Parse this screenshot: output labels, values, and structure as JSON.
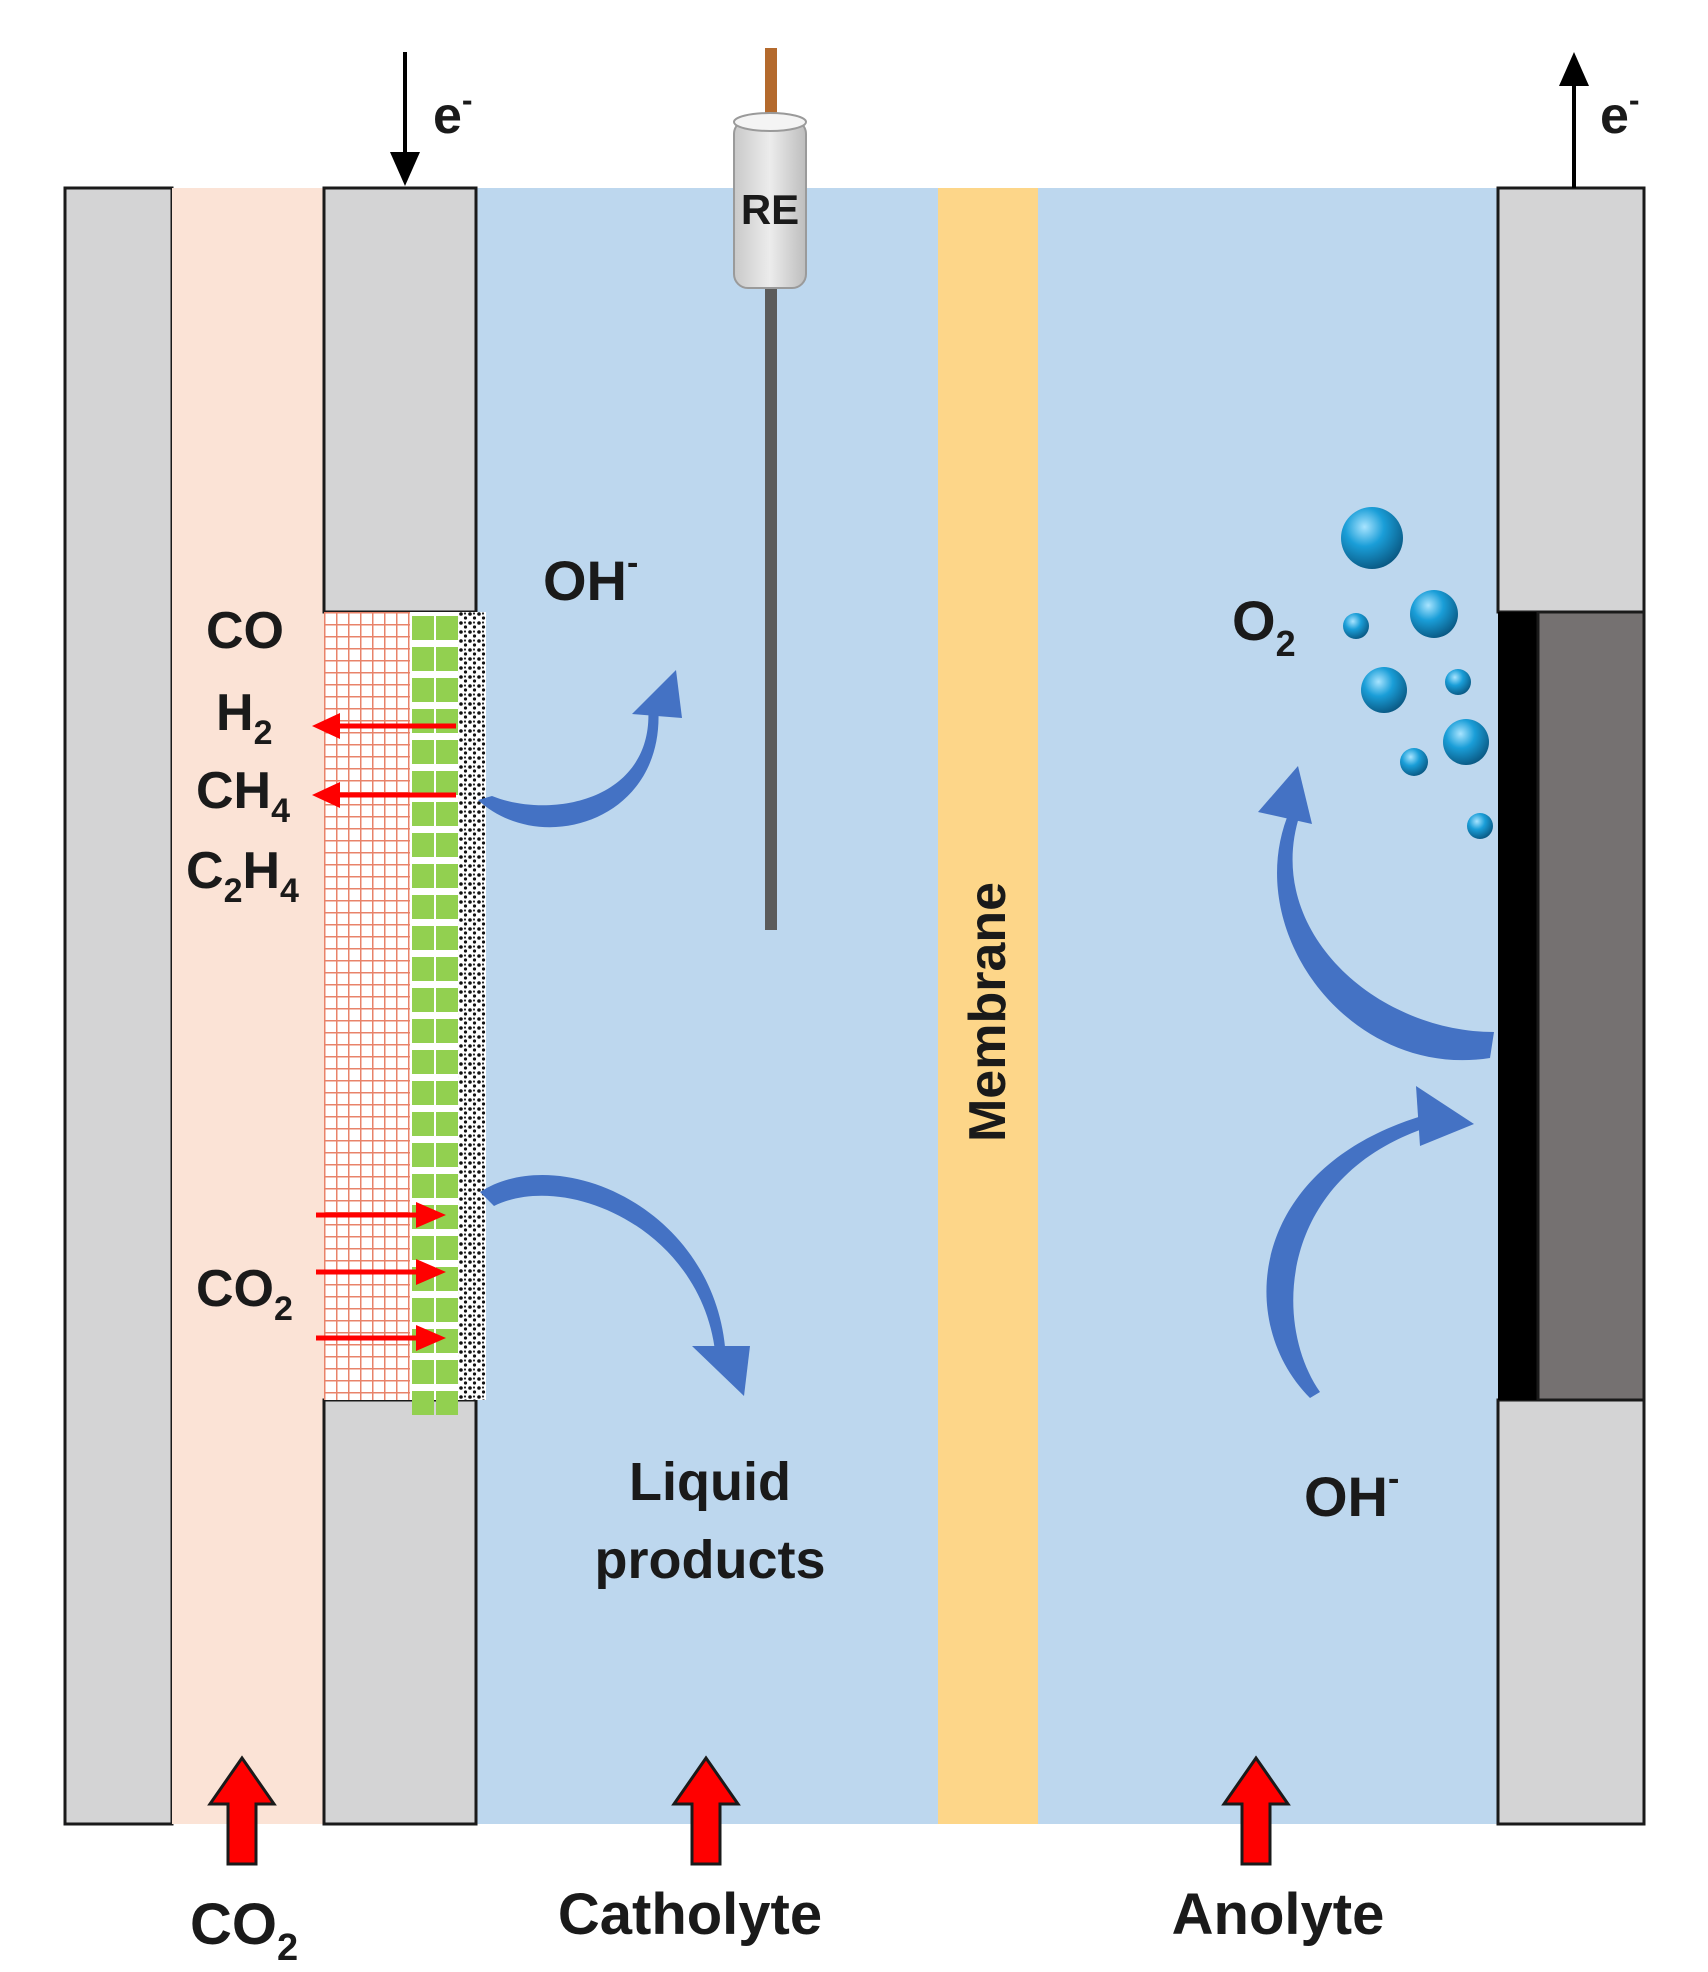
{
  "labels": {
    "electron_in": "e",
    "electron_in_sup": "-",
    "electron_out": "e",
    "electron_out_sup": "-",
    "reference_electrode": "RE",
    "oh_cathode": "OH",
    "oh_cathode_sup": "-",
    "oh_anode": "OH",
    "oh_anode_sup": "-",
    "oxygen": "O",
    "oxygen_sub": "2",
    "membrane": "Membrane",
    "liquid_products_line1": "Liquid",
    "liquid_products_line2": "products",
    "product_co": "CO",
    "product_h2": "H",
    "product_h2_sub": "2",
    "product_ch4": "CH",
    "product_ch4_sub": "4",
    "product_c2h4_a": "C",
    "product_c2h4_sub1": "2",
    "product_c2h4_b": "H",
    "product_c2h4_sub2": "4",
    "reactant_co2": "CO",
    "reactant_co2_sub": "2",
    "inlet_co2": "CO",
    "inlet_co2_sub": "2",
    "inlet_catholyte": "Catholyte",
    "inlet_anolyte": "Anolyte"
  },
  "colors": {
    "plate_gray": "#d4d4d5",
    "gas_channel": "#fbe3d6",
    "electrolyte": "#bdd7ee",
    "membrane": "#fdd689",
    "gdl_grid": "#e8836a",
    "catalyst_green": "#92d050",
    "flow_arrow": "#4472c4",
    "inlet_arrow": "#ff0000",
    "bubble": "#1a9ed8",
    "anode_dark": "#757171",
    "anode_black": "#000000"
  }
}
